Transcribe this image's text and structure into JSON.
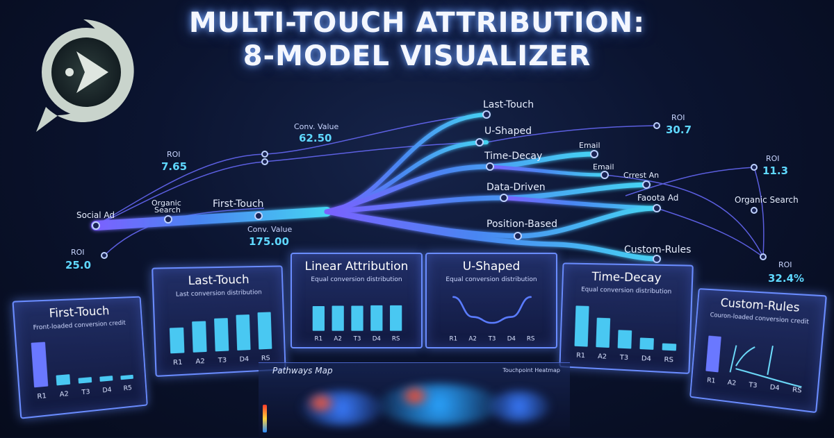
{
  "header": {
    "title_line1": "MULTI-TOUCH ATTRIBUTION:",
    "title_line2": "8-MODEL VISUALIZER"
  },
  "colors": {
    "accent": "#5fd8ff",
    "panel_border": "#6a8cff",
    "stream": "#3fb2f0",
    "bar": "#49c8f2"
  },
  "flow_labels": {
    "last_touch": "Last-Touch",
    "u_shaped": "U-Shaped",
    "time_decay": "Time-Decay",
    "data_driven": "Data-Driven",
    "position_based": "Position-Based",
    "custom_rules": "Custom-Rules",
    "first_touch": "First-Touch",
    "social_ad": "Social Ad",
    "organic_search_1": "Organic",
    "organic_search_2": "Search",
    "email_1": "Email",
    "email_2": "Email",
    "crrest_an": "Crrest An",
    "faoota_ad": "Faoota Ad",
    "organic_search_right": "Organic Search",
    "roi_label": "ROI",
    "conv_value_label": "Conv. Value",
    "roi_1": "7.65",
    "roi_2": "25.0",
    "roi_3": "30.7",
    "roi_4": "11.3",
    "roi_5": "32.4%",
    "conv_1": "62.50",
    "conv_2": "175.00"
  },
  "chart_data": [
    {
      "type": "bar",
      "title": "First-Touch",
      "subtitle": "Front-loaded conversion credit",
      "categories": [
        "R1",
        "A2",
        "T3",
        "D4",
        "R5"
      ],
      "values": [
        0.95,
        0.22,
        0.12,
        0.11,
        0.09
      ],
      "ylim": [
        0,
        1
      ]
    },
    {
      "type": "bar",
      "title": "Last-Touch",
      "subtitle": "Last conversion distribution",
      "categories": [
        "R1",
        "A2",
        "T3",
        "D4",
        "RS"
      ],
      "values": [
        0.55,
        0.67,
        0.72,
        0.78,
        0.82
      ],
      "ylim": [
        0,
        1
      ]
    },
    {
      "type": "bar",
      "title": "Linear Attribution",
      "subtitle": "Equal conversion distribution",
      "categories": [
        "R1",
        "A2",
        "T3",
        "D4",
        "RS"
      ],
      "values": [
        0.62,
        0.63,
        0.63,
        0.64,
        0.64
      ],
      "ylim": [
        0,
        1
      ]
    },
    {
      "type": "line",
      "title": "U-Shaped",
      "subtitle": "Equal conversion distribution",
      "categories": [
        "R1",
        "A2",
        "T3",
        "D4",
        "RS"
      ],
      "values": [
        0.85,
        0.35,
        0.2,
        0.35,
        0.85
      ],
      "ylim": [
        0,
        1
      ]
    },
    {
      "type": "bar",
      "title": "Time-Decay",
      "subtitle": "Equal conversion distribution",
      "categories": [
        "R1",
        "A2",
        "T3",
        "D4",
        "RS"
      ],
      "values": [
        0.9,
        0.65,
        0.4,
        0.25,
        0.15
      ],
      "ylim": [
        0,
        1
      ]
    },
    {
      "type": "bar",
      "title": "Custom-Rules",
      "subtitle": "Couron-loaded conversion credit",
      "categories": [
        "R1",
        "A2",
        "T3",
        "D4",
        "RS"
      ],
      "values": [
        0.8,
        0.0,
        0.0,
        0.0,
        0.0
      ],
      "ylim": [
        0,
        1
      ]
    }
  ],
  "map": {
    "left_label": "Pathways Map",
    "right_label": "Touchpoint Heatmap"
  }
}
